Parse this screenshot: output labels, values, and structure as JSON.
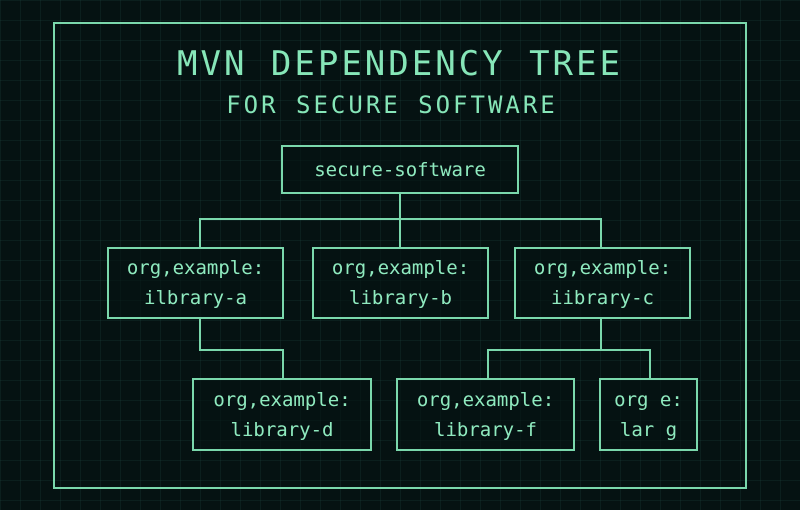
{
  "diagram": {
    "title": "MVN DEPENDENCY TREE",
    "subtitle": "FOR SECURE SOFTWARE",
    "root": {
      "label": "secure-software"
    },
    "nodes": [
      {
        "id": "a",
        "line1": "org,example:",
        "line2": "ilbrary-a",
        "parent": "root"
      },
      {
        "id": "b",
        "line1": "org,example:",
        "line2": "library-b",
        "parent": "root"
      },
      {
        "id": "c",
        "line1": "org,example:",
        "line2": "iibrary-c",
        "parent": "root"
      },
      {
        "id": "d",
        "line1": "org,example:",
        "line2": "library-d",
        "parent": "a"
      },
      {
        "id": "f",
        "line1": "org,example:",
        "line2": "library-f",
        "parent": "c"
      },
      {
        "id": "g",
        "line1": "org e:",
        "line2": "lar g",
        "parent": "c"
      }
    ]
  },
  "colors": {
    "background": "#051212",
    "accent": "#7ad8ac",
    "text": "#86e6b8"
  }
}
